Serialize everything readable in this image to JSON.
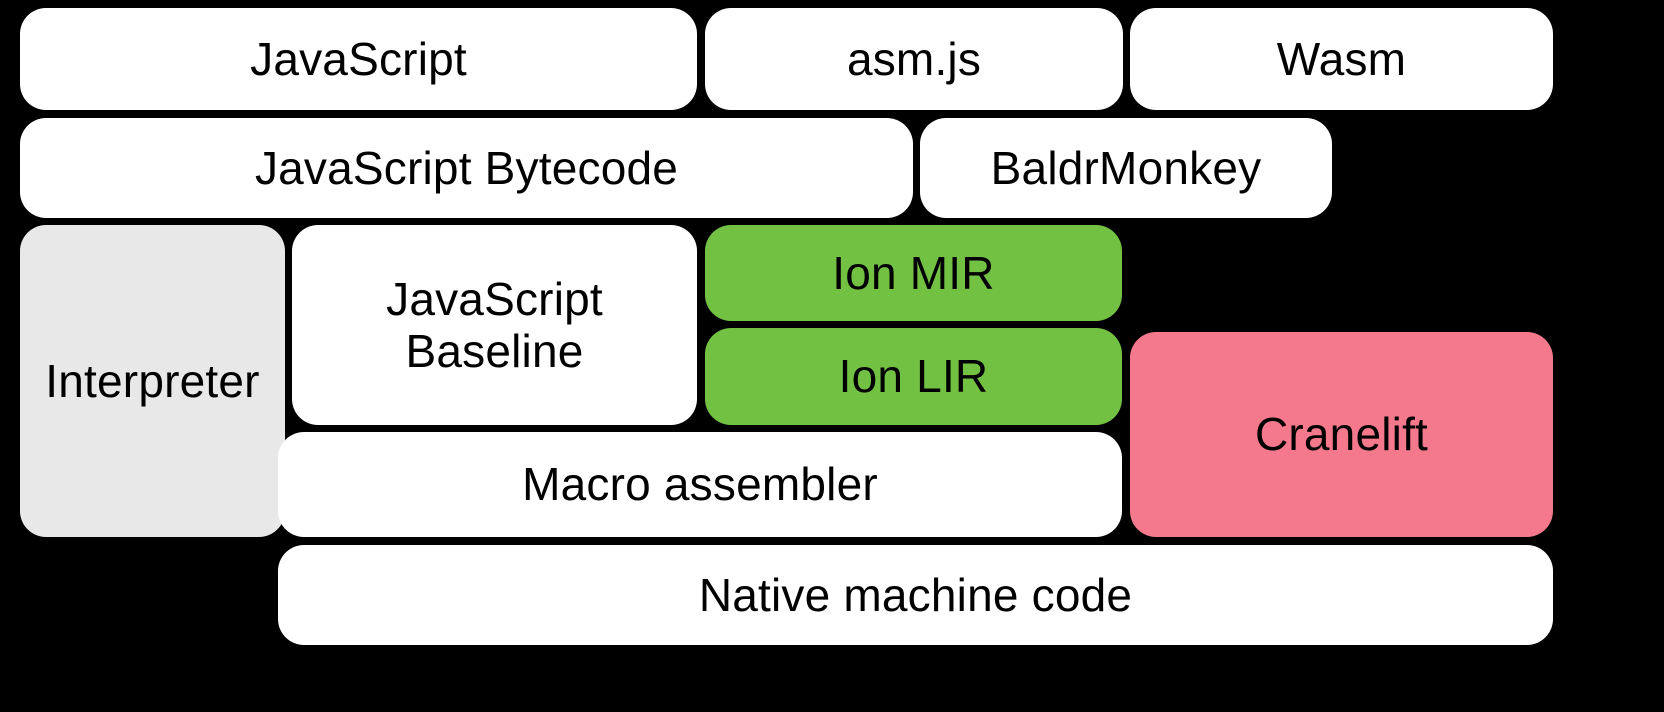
{
  "diagram": {
    "title": "SpiderMonkey JavaScript and WebAssembly compiler pipeline",
    "background_color": "#000000",
    "colors": {
      "default_fill": "#ffffff",
      "gray_fill": "#e8e8e8",
      "green_fill": "#72c143",
      "pink_fill": "#f5798c",
      "text": "#000000"
    },
    "rows": [
      {
        "name": "source-formats",
        "nodes": [
          {
            "id": "javascript",
            "label": "JavaScript",
            "fill": "#ffffff"
          },
          {
            "id": "asmjs",
            "label": "asm.js",
            "fill": "#ffffff"
          },
          {
            "id": "wasm",
            "label": "Wasm",
            "fill": "#ffffff"
          }
        ]
      },
      {
        "name": "front-end-representations",
        "nodes": [
          {
            "id": "js-bytecode",
            "label": "JavaScript Bytecode",
            "fill": "#ffffff"
          },
          {
            "id": "baldrmonkey",
            "label": "BaldrMonkey",
            "fill": "#ffffff"
          }
        ]
      },
      {
        "name": "execution-tiers",
        "nodes": [
          {
            "id": "interpreter",
            "label": "Interpreter",
            "fill": "#e8e8e8"
          },
          {
            "id": "js-baseline",
            "label": "JavaScript\nBaseline",
            "fill": "#ffffff"
          },
          {
            "id": "ion-mir",
            "label": "Ion MIR",
            "fill": "#72c143"
          },
          {
            "id": "ion-lir",
            "label": "Ion LIR",
            "fill": "#72c143"
          },
          {
            "id": "cranelift",
            "label": "Cranelift",
            "fill": "#f5798c"
          },
          {
            "id": "macro-assembler",
            "label": "Macro assembler",
            "fill": "#ffffff"
          }
        ]
      },
      {
        "name": "output",
        "nodes": [
          {
            "id": "native-code",
            "label": "Native machine code",
            "fill": "#ffffff"
          }
        ]
      }
    ],
    "labels": {
      "javascript": "JavaScript",
      "asmjs": "asm.js",
      "wasm": "Wasm",
      "js_bytecode": "JavaScript Bytecode",
      "baldrmonkey": "BaldrMonkey",
      "interpreter": "Interpreter",
      "js_baseline": "JavaScript\nBaseline",
      "ion_mir": "Ion MIR",
      "ion_lir": "Ion LIR",
      "cranelift": "Cranelift",
      "macro_assembler": "Macro assembler",
      "native_code": "Native machine code"
    }
  }
}
